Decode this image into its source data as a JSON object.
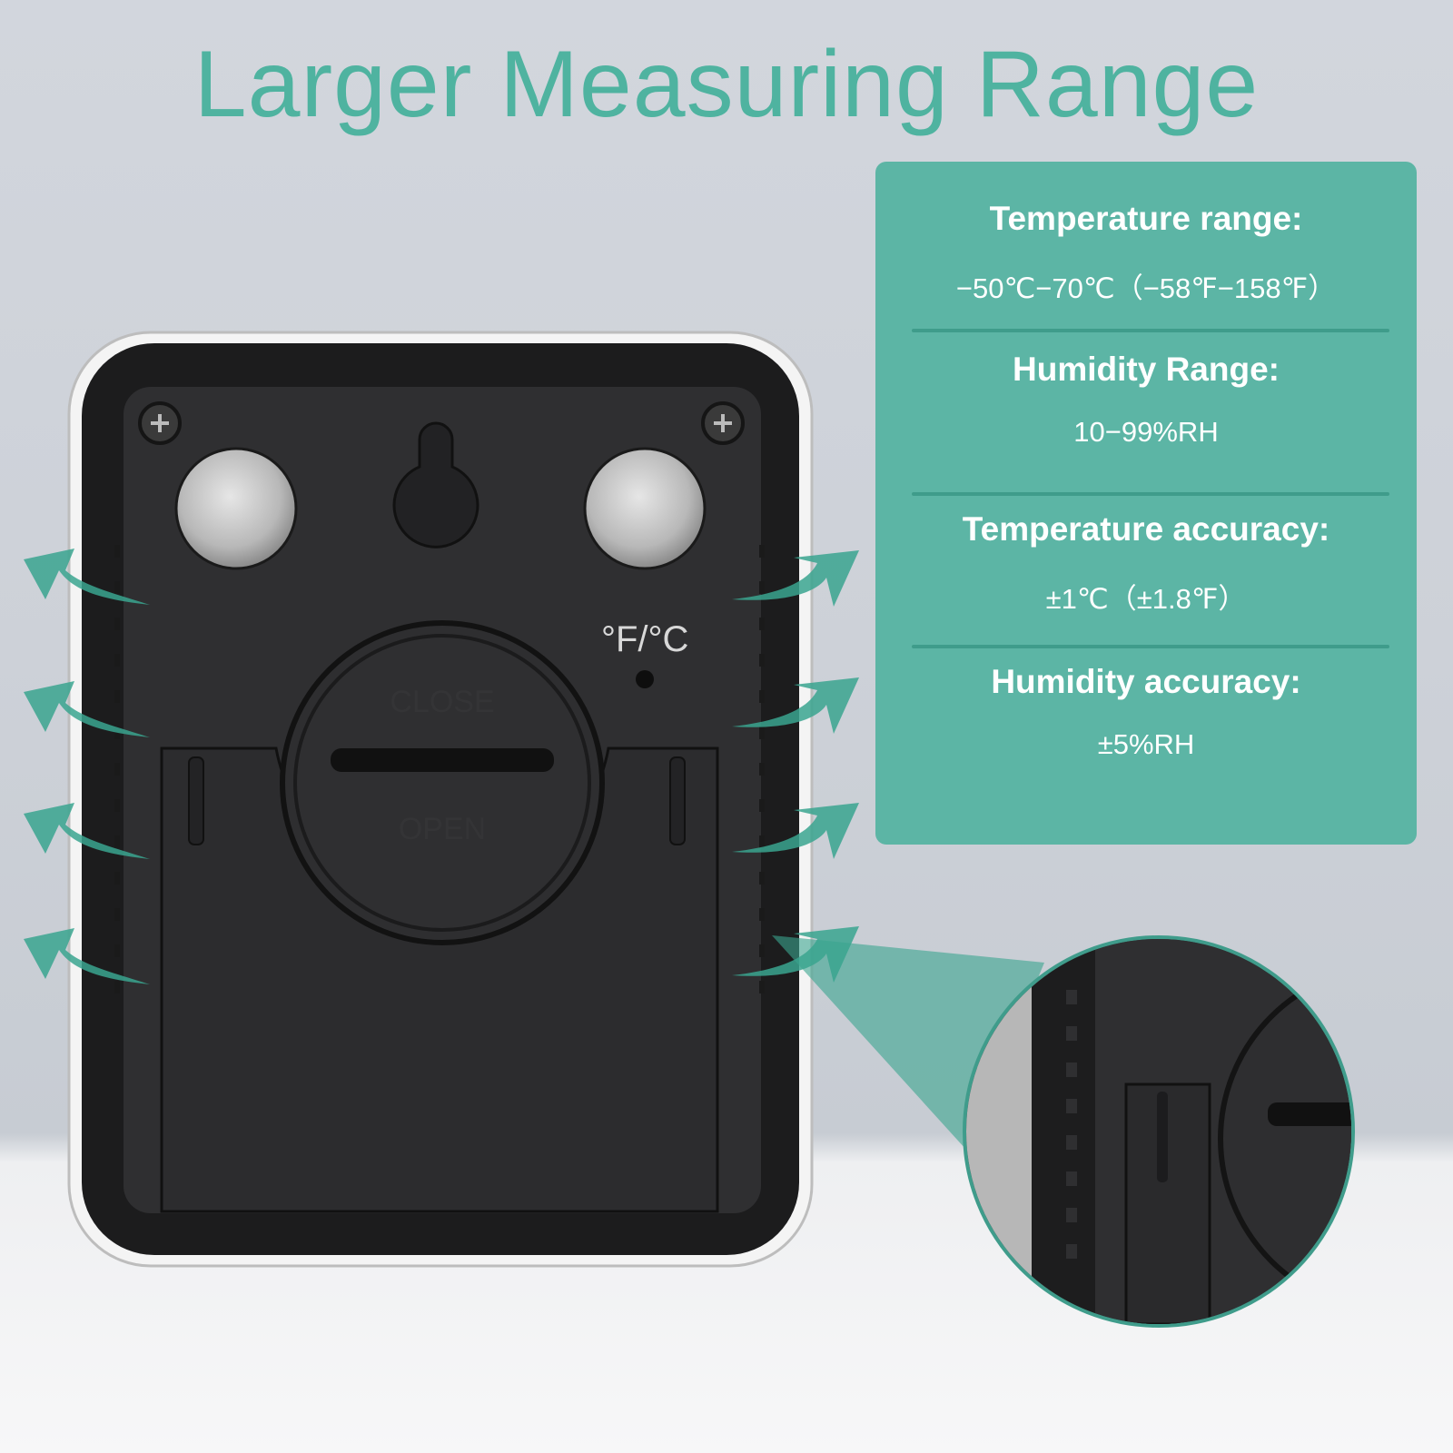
{
  "headline": "Larger Measuring Range",
  "specs": [
    {
      "label": "Temperature range:",
      "value": "−50℃−70℃（−58℉−158℉）"
    },
    {
      "label": "Humidity Range:",
      "value": "10−99%RH"
    },
    {
      "label": "Temperature accuracy:",
      "value": "±1℃（±1.8℉）"
    },
    {
      "label": "Humidity accuracy:",
      "value": "±5%RH"
    }
  ],
  "device": {
    "unit_button_label": "°F/°C",
    "battery_cover_close": "CLOSE",
    "battery_cover_open": "OPEN"
  },
  "colors": {
    "accent": "#4fb3a0",
    "panel": "#5cb5a5",
    "device_body": "#2f2f31"
  }
}
